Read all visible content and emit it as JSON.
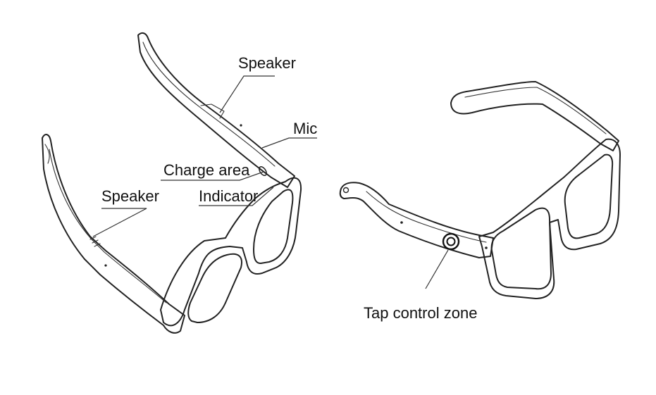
{
  "labels": {
    "speaker_top": "Speaker",
    "mic": "Mic",
    "charge_area": "Charge area",
    "indicator": "Indicator",
    "speaker_left": "Speaker",
    "tap_control_zone": "Tap control zone"
  },
  "colors": {
    "line": "#222222",
    "text": "#111111",
    "background": "#ffffff"
  }
}
